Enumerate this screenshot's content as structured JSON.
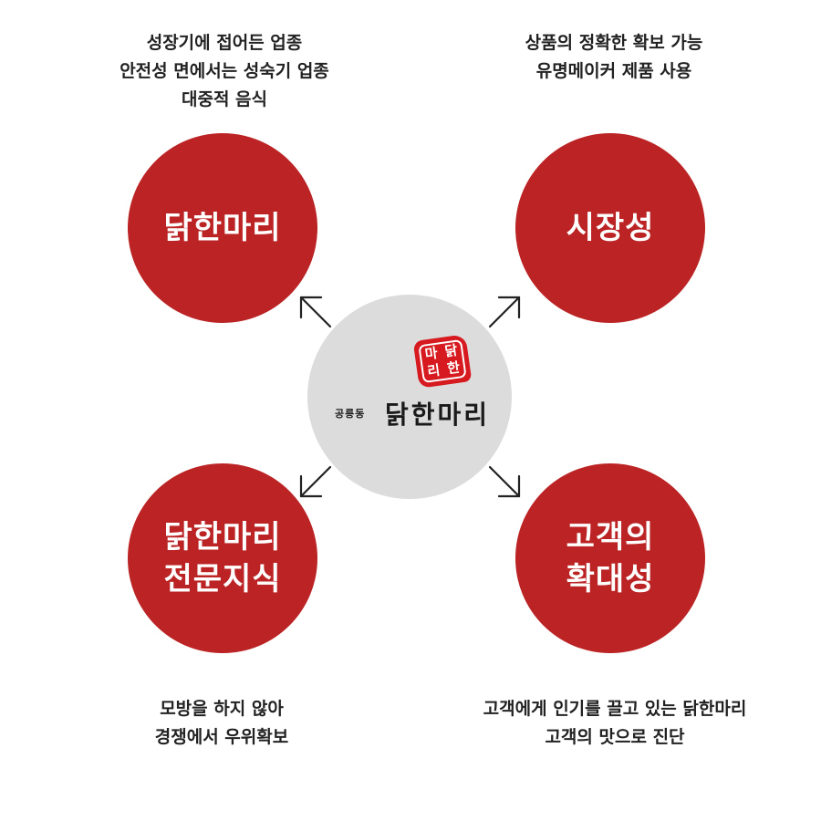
{
  "top_left": {
    "caption": [
      "성장기에 접어든 업종",
      "안전성 면에서는 성숙기 업종",
      "대중적 음식"
    ],
    "circle": [
      "닭한마리"
    ]
  },
  "top_right": {
    "caption": [
      "상품의 정확한 확보 가능",
      "유명메이커 제품 사용"
    ],
    "circle": [
      "시장성"
    ]
  },
  "bottom_left": {
    "circle": [
      "닭한마리",
      "전문지식"
    ],
    "caption": [
      "모방을 하지 않아",
      "경쟁에서 우위확보"
    ]
  },
  "bottom_right": {
    "circle": [
      "고객의",
      "확대성"
    ],
    "caption": [
      "고객에게 인기를 끌고 있는 닭한마리",
      "고객의 맛으로 진단"
    ]
  },
  "center_logo": {
    "seal_chars": [
      "마",
      "닭",
      "리",
      "한"
    ],
    "small_text": "공릉동",
    "big_text": "닭한마리"
  },
  "colors": {
    "circle_red": "#bb2324",
    "center_gray": "#dcdcdc",
    "seal_red": "#d71a1f"
  }
}
